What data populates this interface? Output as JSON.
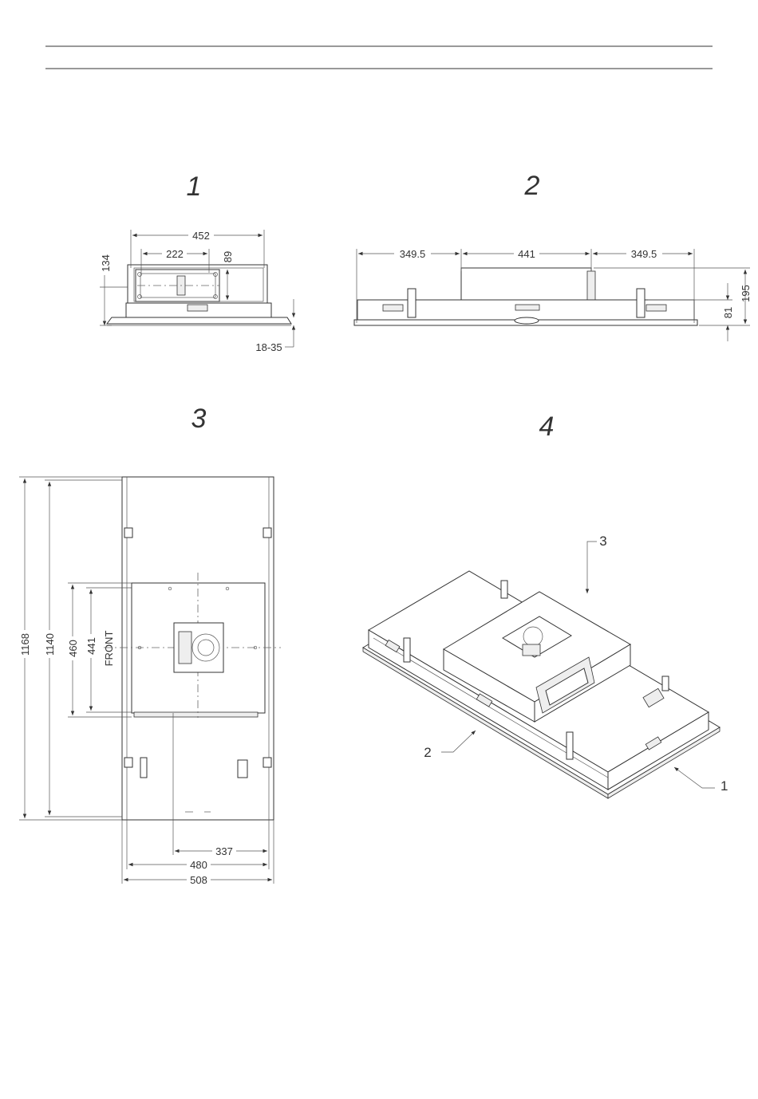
{
  "figures": {
    "fig1": {
      "number": "1",
      "dims": {
        "width": "452",
        "inner": "222",
        "h1": "89",
        "h2": "134",
        "range": "18-35"
      }
    },
    "fig2": {
      "number": "2",
      "dims": {
        "left": "349.5",
        "middle": "441",
        "right": "349.5",
        "h1": "195",
        "h2": "81"
      }
    },
    "fig3": {
      "number": "3",
      "front_label": "FRONT",
      "dims": {
        "h_outer": "1168",
        "h_inner": "1140",
        "d460": "460",
        "d441": "441",
        "w337": "337",
        "w480": "480",
        "w508": "508"
      }
    },
    "fig4": {
      "number": "4",
      "callouts": [
        "1",
        "2",
        "3"
      ]
    }
  }
}
